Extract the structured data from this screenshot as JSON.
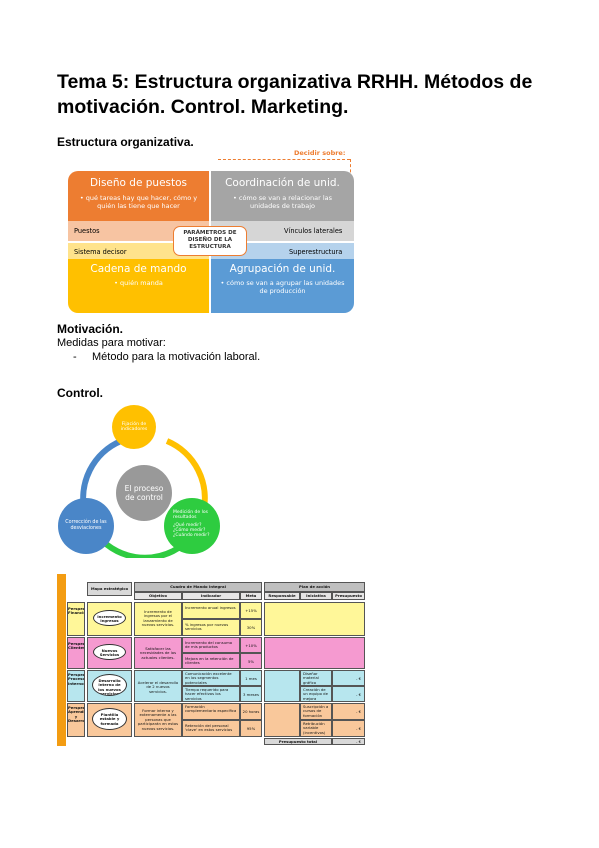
{
  "title": "Tema 5: Estructura organizativa RRHH. Métodos de motivación. Control. Marketing.",
  "sections": {
    "estructura": "Estructura organizativa.",
    "motivacion": "Motivación.",
    "motivacion_intro": "Medidas para motivar:",
    "motivacion_item": "Método para la motivación laboral.",
    "motivacion_bullet": "-",
    "control": "Control."
  },
  "structure_diagram": {
    "decidir": "Decidir sobre:",
    "center": "PARÁMETROS DE DISEÑO DE LA ESTRUCTURA",
    "q1": {
      "title": "Diseño de puestos",
      "text": "• qué tareas hay que hacer, cómo y quién las tiene que hacer",
      "side": "Puestos",
      "color": "#ed7d31"
    },
    "q2": {
      "title": "Coordinación de unid.",
      "text": "• cómo se van a relacionar las unidades de trabajo",
      "side": "Vínculos laterales",
      "color": "#a5a5a5"
    },
    "q3": {
      "title": "Cadena de mando",
      "text": "• quién manda",
      "side": "Sistema decisor",
      "color": "#ffc000"
    },
    "q4": {
      "title": "Agrupación de unid.",
      "text": "• cómo se van a agrupar las unidades de producción",
      "side": "Superestructura",
      "color": "#5b9bd5"
    }
  },
  "control_cycle": {
    "center": "El proceso de control",
    "top": "Fijación de indicadores",
    "right": "Medición de los resultados",
    "right_items": [
      "¿Qué medir?",
      "¿Cómo medir?",
      "¿Cuándo medir?"
    ],
    "left": "Corrección de las desviaciones",
    "colors": {
      "top": "#ffc000",
      "right": "#2ecc40",
      "left": "#4a86c8",
      "center": "#999999"
    }
  },
  "scorecard": {
    "mapa_header": "Mapa estratégico",
    "cmi_header": "Cuadro de Mando Integral",
    "plan_header": "Plan de acción",
    "cols": [
      "Objetivo",
      "Indicador",
      "Meta",
      "Responsable",
      "Iniciativa",
      "Presupuesto"
    ],
    "rows": [
      {
        "persp": "Perspectiva Financiera",
        "mapa": "Incremento Ingresos",
        "objetivo": "Incremento de ingresos por el lanzamiento de nuevos servicios.",
        "ind1": "Incremento anual ingresos",
        "meta1": "+15%",
        "ind2": "% ingresos por nuevos servicios",
        "meta2": "30%",
        "color": "#fff799"
      },
      {
        "persp": "Perspectiva Clientes",
        "mapa": "Nuevos Servicios",
        "objetivo": "Satisfacer las necesidades de los actuales clientes.",
        "ind1": "Incremento del consumo de mis productos",
        "meta1": "+10%",
        "ind2": "Mejora en la retención de clientes",
        "meta2": "5%",
        "color": "#f59ad0"
      },
      {
        "persp": "Perspectiva Procesos Internos",
        "mapa": "Desarrollo interno de los nuevos servicios",
        "objetivo": "Acelerar el desarrollo de 2 nuevos servicios.",
        "ind1": "Comunicación excelente en los segmentos potenciales",
        "meta1": "1 mes",
        "ind2": "Tiempo requerido para hacer efectivos los servicios",
        "meta2": "3 meses",
        "ini1": "Diseñar material gráfico",
        "pre1": "- €",
        "ini2": "Creación de un equipo de mejora",
        "pre2": "- €",
        "color": "#b7e6ee"
      },
      {
        "persp": "Perspectiva Aprendiz. y Desarrollo",
        "mapa": "Plantilla estable y formada",
        "objetivo": "Formar interna y externamente a las personas que participarán en estos nuevos servicios.",
        "ind1": "Formación complementaria específica",
        "meta1": "20 horas",
        "ind2": "Retención del personal 'clave' en estos servicios",
        "meta2": "95%",
        "ini1": "Suscripción a cursos de formación",
        "pre1": "- €",
        "ini2": "Retribución variable (incentivos)",
        "pre2": "- €",
        "color": "#f9c89b"
      }
    ],
    "total_label": "Presupuesto total",
    "total_value": "- €"
  }
}
